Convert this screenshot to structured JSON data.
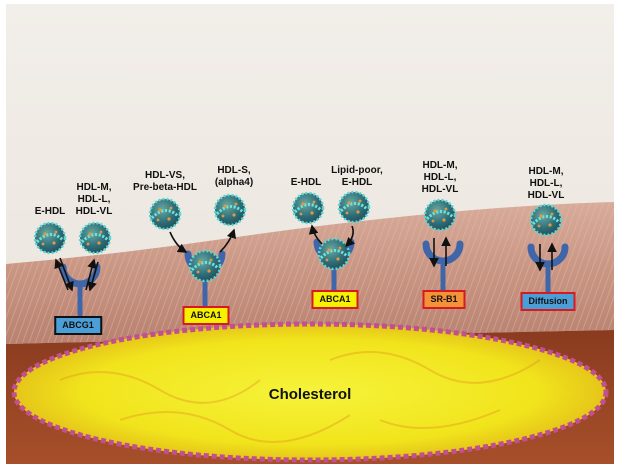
{
  "diagram": {
    "columns": [
      {
        "label": "E-HDL",
        "transporter": "ABCG1"
      },
      {
        "label": "HDL-M,\nHDL-L,\nHDL-VL"
      },
      {
        "label": "HDL-VS,\nPre-beta-HDL",
        "transporter": "ABCA1"
      },
      {
        "label": "HDL-S,\n(alpha4)"
      },
      {
        "label": "E-HDL",
        "transporter": "ABCA1"
      },
      {
        "label": "Lipid-poor,\nE-HDL"
      },
      {
        "label": "HDL-M,\nHDL-L,\nHDL-VL",
        "transporter": "SR-B1"
      },
      {
        "label": "HDL-M,\nHDL-L,\nHDL-VL",
        "transporter": "Diffusion"
      }
    ],
    "core_label": "Cholesterol"
  }
}
